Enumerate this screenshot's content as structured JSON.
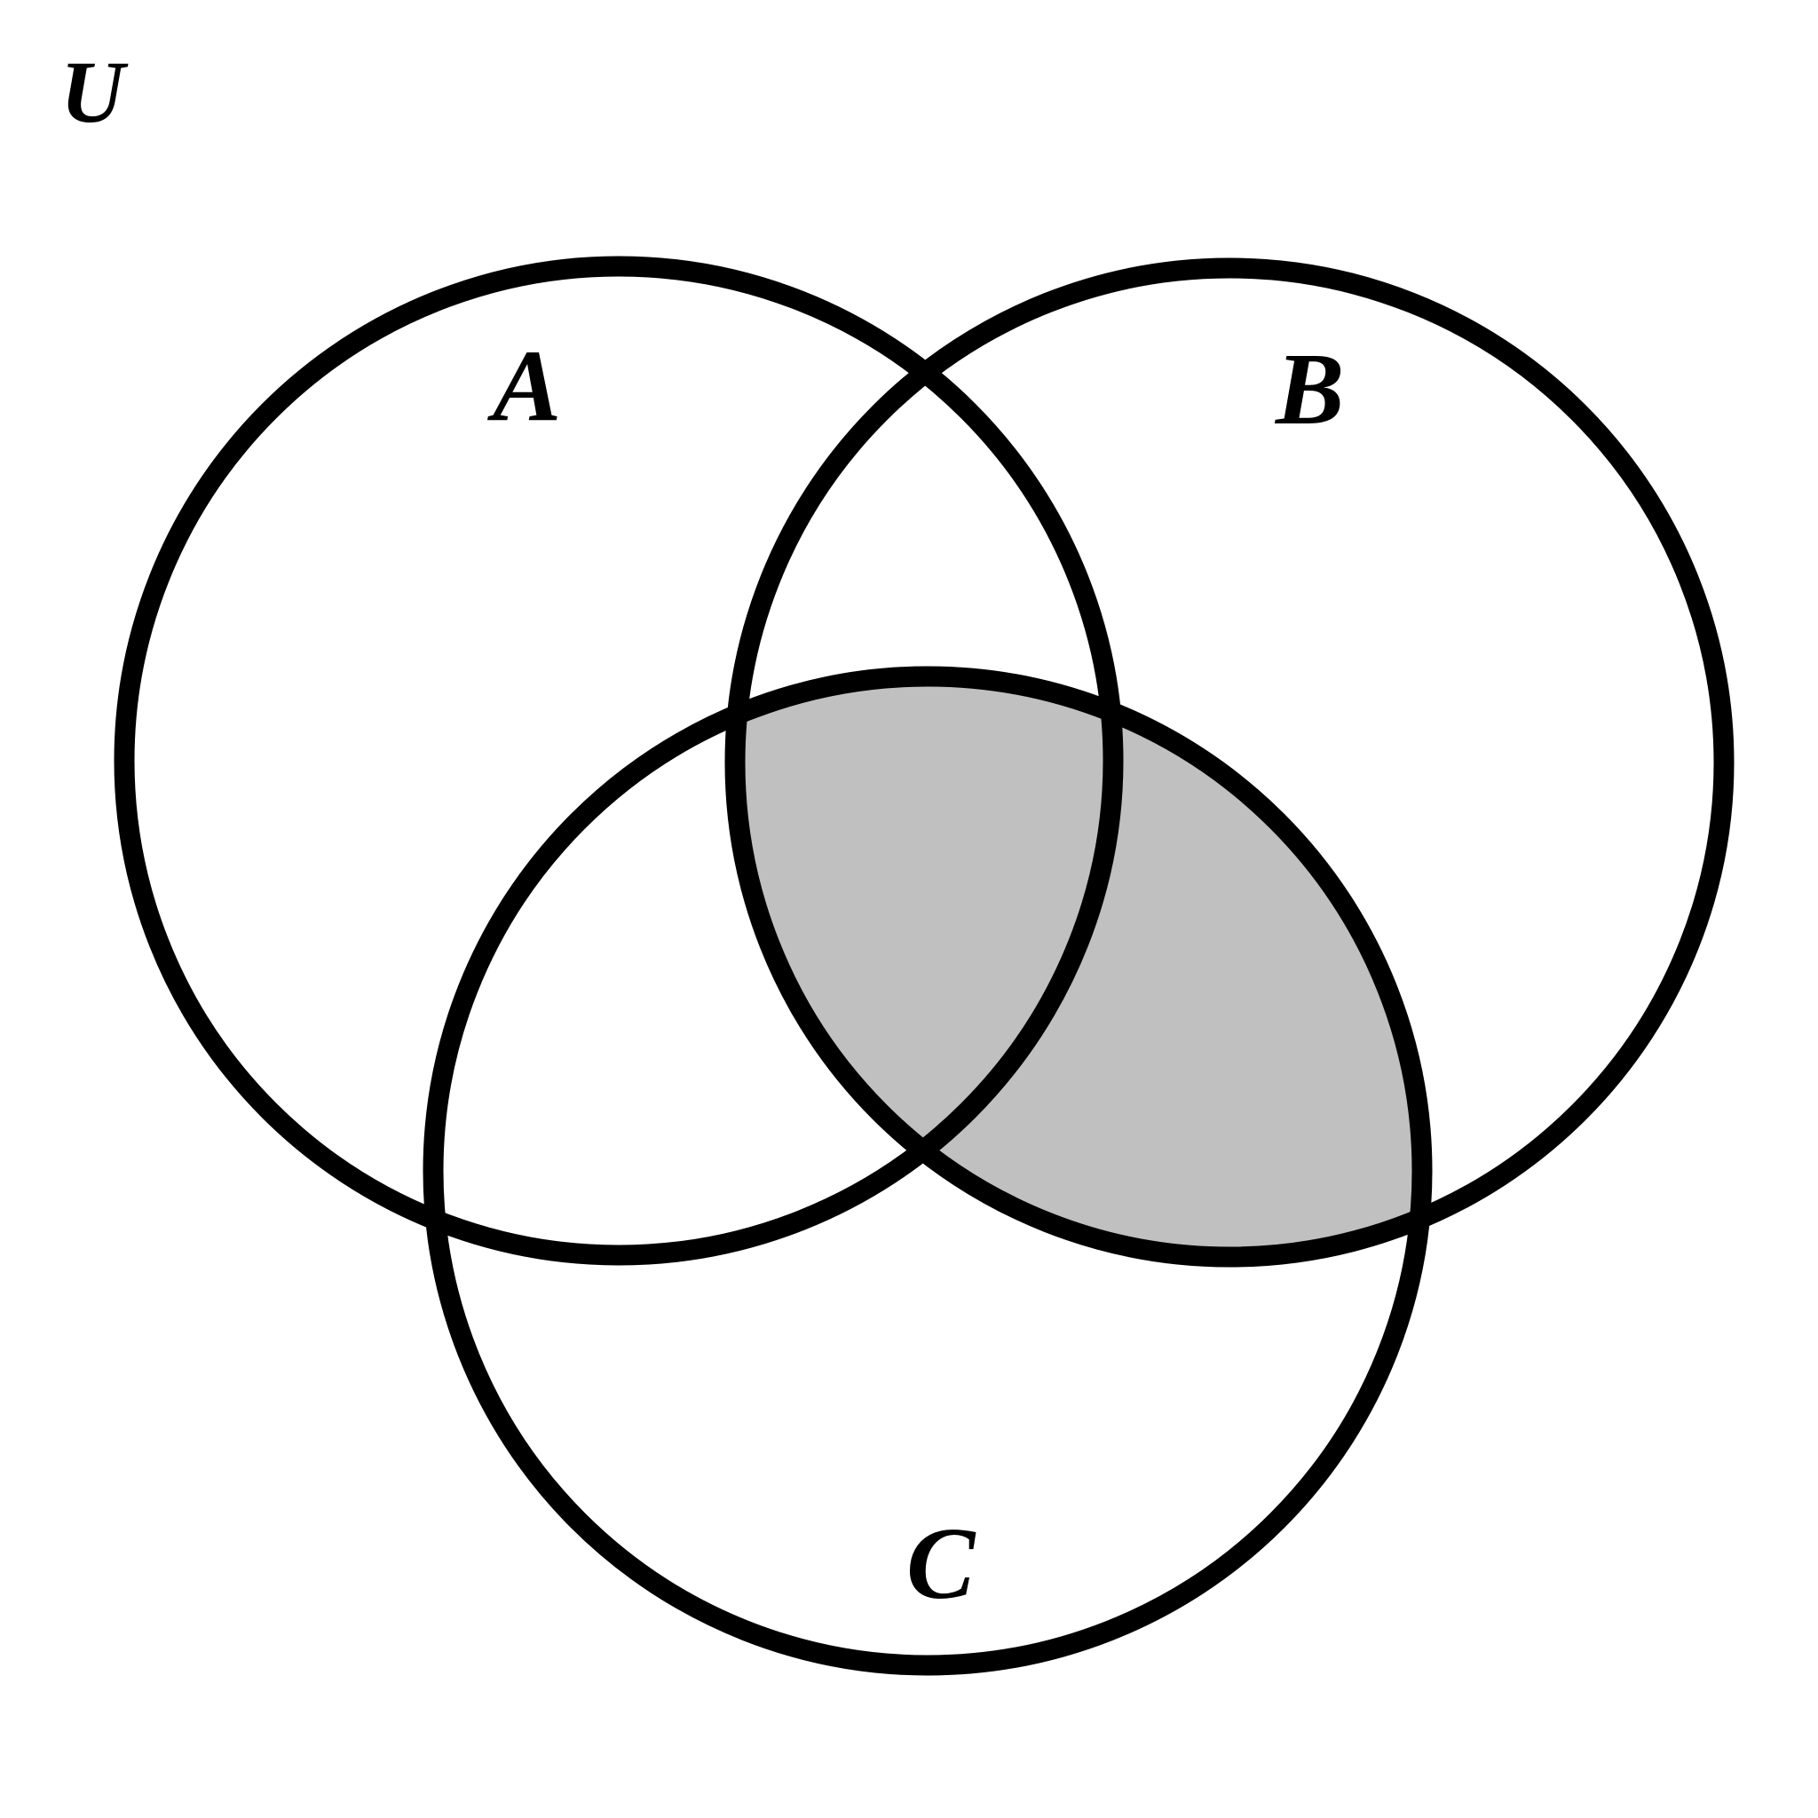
{
  "universe_label": "U",
  "sets": [
    {
      "id": "A",
      "label": "A"
    },
    {
      "id": "B",
      "label": "B"
    },
    {
      "id": "C",
      "label": "C"
    }
  ],
  "shaded_region": "B ∩ C",
  "colors": {
    "outline": "#000000",
    "shade": "#c0c0c0",
    "background": "#ffffff"
  }
}
